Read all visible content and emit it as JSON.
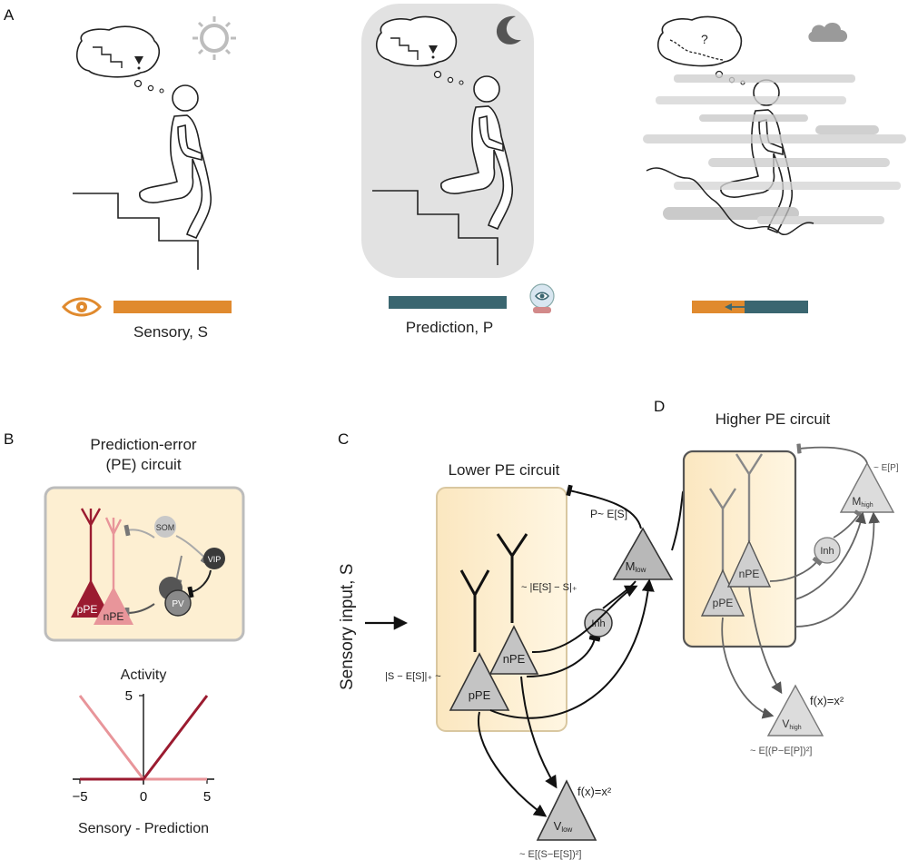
{
  "panels": {
    "a": "A",
    "b": "B",
    "c": "C",
    "d": "D"
  },
  "panel_a": {
    "sensory_label": "Sensory, S",
    "prediction_label": "Prediction, P",
    "question_mark": "?"
  },
  "panel_b": {
    "title_line1": "Prediction-error",
    "title_line2": "(PE) circuit",
    "nodes": {
      "som": "SOM",
      "vip": "VIP",
      "pv": "PV",
      "ppe": "pPE",
      "npe": "nPE"
    },
    "chart_data": {
      "type": "line",
      "title": "Activity",
      "xlabel": "Sensory - Prediction",
      "ylabel": "",
      "xlim": [
        -5,
        5
      ],
      "ylim": [
        0,
        5
      ],
      "x_ticks": [
        "−5",
        "0",
        "5"
      ],
      "y_ticks": [
        "5"
      ],
      "series": [
        {
          "name": "nPE",
          "color": "#e8959a",
          "x": [
            -5,
            0,
            5
          ],
          "y": [
            5,
            0,
            0
          ]
        },
        {
          "name": "pPE",
          "color": "#9b1b30",
          "x": [
            -5,
            0,
            5
          ],
          "y": [
            0,
            0,
            5
          ]
        }
      ]
    }
  },
  "panel_c": {
    "title": "Lower PE circuit",
    "input_label": "Sensory input, S",
    "ppe": "pPE",
    "npe": "nPE",
    "inh": "Inh",
    "m_main": "M",
    "m_sub": "low",
    "v_main": "V",
    "v_sub": "low",
    "eq_p": "P~ E[S]",
    "eq_npe": "~ |E[S] − S|₊",
    "eq_ppe": "|S − E[S]|₊ ~",
    "eq_f": "f(x)=x²",
    "eq_var": "~ E[(S−E[S])²]"
  },
  "panel_d": {
    "title": "Higher PE circuit",
    "ppe": "pPE",
    "npe": "nPE",
    "inh": "Inh",
    "m_main": "M",
    "m_sub": "high",
    "v_main": "V",
    "v_sub": "high",
    "eq_ep": "~ E[P]",
    "eq_f": "f(x)=x²",
    "eq_var": "~ E[(P−E[P])²]"
  },
  "colors": {
    "sensory": "#e08a2e",
    "prediction": "#3a6670",
    "box_fill": "#fdefd2",
    "box_stroke": "#d9c7a0",
    "ppe": "#9b1b30",
    "npe": "#e8959a"
  }
}
